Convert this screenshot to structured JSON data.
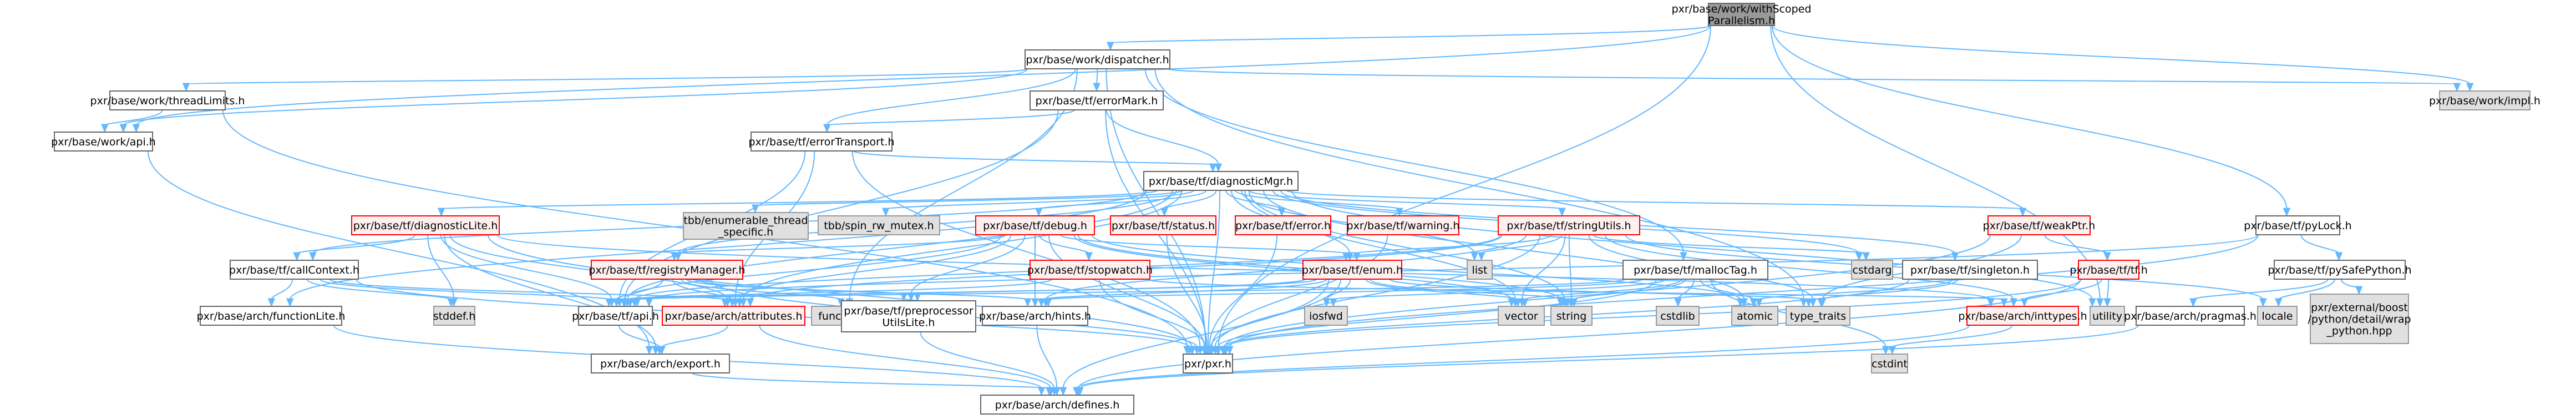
{
  "title": "pxr/base/work/withScopedParallelism.h include dependency graph",
  "colors": {
    "edge": "#63b8ff",
    "root_fill": "#999999",
    "normal_fill": "#ffffff",
    "external_fill": "#e0e0e0",
    "truncated_fill": "#fff0f0",
    "truncated_border": "#ff0000"
  },
  "nodes": [
    {
      "id": "withScoped",
      "lines": [
        "pxr/base/work/withScoped",
        "Parallelism.h"
      ],
      "kind": "root"
    },
    {
      "id": "dispatcher",
      "lines": [
        "pxr/base/work/dispatcher.h"
      ],
      "kind": "normal"
    },
    {
      "id": "threadLimits",
      "lines": [
        "pxr/base/work/threadLimits.h"
      ],
      "kind": "normal"
    },
    {
      "id": "workApi",
      "lines": [
        "pxr/base/work/api.h"
      ],
      "kind": "normal"
    },
    {
      "id": "errorMark",
      "lines": [
        "pxr/base/tf/errorMark.h"
      ],
      "kind": "normal"
    },
    {
      "id": "workImpl",
      "lines": [
        "pxr/base/work/impl.h"
      ],
      "kind": "external"
    },
    {
      "id": "errorTransport",
      "lines": [
        "pxr/base/tf/errorTransport.h"
      ],
      "kind": "normal"
    },
    {
      "id": "diagnosticMgr",
      "lines": [
        "pxr/base/tf/diagnosticMgr.h"
      ],
      "kind": "normal"
    },
    {
      "id": "pyLock",
      "lines": [
        "pxr/base/tf/pyLock.h"
      ],
      "kind": "normal"
    },
    {
      "id": "diagnosticLite",
      "lines": [
        "pxr/base/tf/diagnosticLite.h"
      ],
      "kind": "truncated"
    },
    {
      "id": "tbbEnum",
      "lines": [
        "tbb/enumerable_thread",
        "_specific.h"
      ],
      "kind": "external"
    },
    {
      "id": "spinMutex",
      "lines": [
        "tbb/spin_rw_mutex.h"
      ],
      "kind": "external"
    },
    {
      "id": "debug",
      "lines": [
        "pxr/base/tf/debug.h"
      ],
      "kind": "truncated"
    },
    {
      "id": "status",
      "lines": [
        "pxr/base/tf/status.h"
      ],
      "kind": "truncated"
    },
    {
      "id": "error",
      "lines": [
        "pxr/base/tf/error.h"
      ],
      "kind": "truncated"
    },
    {
      "id": "warning",
      "lines": [
        "pxr/base/tf/warning.h"
      ],
      "kind": "truncated"
    },
    {
      "id": "stringUtils",
      "lines": [
        "pxr/base/tf/stringUtils.h"
      ],
      "kind": "truncated"
    },
    {
      "id": "weakPtr",
      "lines": [
        "pxr/base/tf/weakPtr.h"
      ],
      "kind": "truncated"
    },
    {
      "id": "callContext",
      "lines": [
        "pxr/base/tf/callContext.h"
      ],
      "kind": "normal"
    },
    {
      "id": "registryManager",
      "lines": [
        "pxr/base/tf/registryManager.h"
      ],
      "kind": "truncated"
    },
    {
      "id": "stopwatch",
      "lines": [
        "pxr/base/tf/stopwatch.h"
      ],
      "kind": "truncated"
    },
    {
      "id": "enum",
      "lines": [
        "pxr/base/tf/enum.h"
      ],
      "kind": "truncated"
    },
    {
      "id": "list",
      "lines": [
        "list"
      ],
      "kind": "external"
    },
    {
      "id": "mallocTag",
      "lines": [
        "pxr/base/tf/mallocTag.h"
      ],
      "kind": "normal"
    },
    {
      "id": "cstdarg",
      "lines": [
        "cstdarg"
      ],
      "kind": "external"
    },
    {
      "id": "singleton",
      "lines": [
        "pxr/base/tf/singleton.h"
      ],
      "kind": "normal"
    },
    {
      "id": "tf",
      "lines": [
        "pxr/base/tf/tf.h"
      ],
      "kind": "truncated"
    },
    {
      "id": "pySafePython",
      "lines": [
        "pxr/base/tf/pySafePython.h"
      ],
      "kind": "normal"
    },
    {
      "id": "functionLite",
      "lines": [
        "pxr/base/arch/functionLite.h"
      ],
      "kind": "normal"
    },
    {
      "id": "stddef",
      "lines": [
        "stddef.h"
      ],
      "kind": "external"
    },
    {
      "id": "tfApi",
      "lines": [
        "pxr/base/tf/api.h"
      ],
      "kind": "normal"
    },
    {
      "id": "attributes",
      "lines": [
        "pxr/base/arch/attributes.h"
      ],
      "kind": "truncated"
    },
    {
      "id": "functional",
      "lines": [
        "functional"
      ],
      "kind": "external"
    },
    {
      "id": "preprocessor",
      "lines": [
        "pxr/base/tf/preprocessor",
        "UtilsLite.h"
      ],
      "kind": "normal"
    },
    {
      "id": "hints",
      "lines": [
        "pxr/base/arch/hints.h"
      ],
      "kind": "normal"
    },
    {
      "id": "iosfwd",
      "lines": [
        "iosfwd"
      ],
      "kind": "external"
    },
    {
      "id": "vector",
      "lines": [
        "vector"
      ],
      "kind": "external"
    },
    {
      "id": "string",
      "lines": [
        "string"
      ],
      "kind": "external"
    },
    {
      "id": "cstdlib",
      "lines": [
        "cstdlib"
      ],
      "kind": "external"
    },
    {
      "id": "atomic",
      "lines": [
        "atomic"
      ],
      "kind": "external"
    },
    {
      "id": "typeTraits",
      "lines": [
        "type_traits"
      ],
      "kind": "external"
    },
    {
      "id": "inttypes",
      "lines": [
        "pxr/base/arch/inttypes.h"
      ],
      "kind": "truncated"
    },
    {
      "id": "utility",
      "lines": [
        "utility"
      ],
      "kind": "external"
    },
    {
      "id": "pragmas",
      "lines": [
        "pxr/base/arch/pragmas.h"
      ],
      "kind": "normal"
    },
    {
      "id": "locale",
      "lines": [
        "locale"
      ],
      "kind": "external"
    },
    {
      "id": "boostWrap",
      "lines": [
        "pxr/external/boost",
        "/python/detail/wrap",
        "_python.hpp"
      ],
      "kind": "external"
    },
    {
      "id": "export",
      "lines": [
        "pxr/base/arch/export.h"
      ],
      "kind": "normal"
    },
    {
      "id": "pxr",
      "lines": [
        "pxr/pxr.h"
      ],
      "kind": "normal"
    },
    {
      "id": "cstdint",
      "lines": [
        "cstdint"
      ],
      "kind": "external"
    },
    {
      "id": "defines",
      "lines": [
        "pxr/base/arch/defines.h"
      ],
      "kind": "normal"
    }
  ],
  "edges": [
    [
      "withScoped",
      "dispatcher"
    ],
    [
      "withScoped",
      "workApi"
    ],
    [
      "withScoped",
      "workImpl"
    ],
    [
      "withScoped",
      "pxr"
    ],
    [
      "withScoped",
      "utility"
    ],
    [
      "withScoped",
      "pyLock"
    ],
    [
      "dispatcher",
      "threadLimits"
    ],
    [
      "dispatcher",
      "workApi"
    ],
    [
      "dispatcher",
      "errorMark"
    ],
    [
      "dispatcher",
      "errorTransport"
    ],
    [
      "dispatcher",
      "workImpl"
    ],
    [
      "dispatcher",
      "mallocTag"
    ],
    [
      "dispatcher",
      "pxr"
    ],
    [
      "dispatcher",
      "functional"
    ],
    [
      "dispatcher",
      "typeTraits"
    ],
    [
      "threadLimits",
      "workApi"
    ],
    [
      "threadLimits",
      "pxr"
    ],
    [
      "workApi",
      "export"
    ],
    [
      "errorMark",
      "diagnosticMgr"
    ],
    [
      "errorMark",
      "errorTransport"
    ],
    [
      "errorMark",
      "tfApi"
    ],
    [
      "errorMark",
      "pxr"
    ],
    [
      "errorTransport",
      "diagnosticMgr"
    ],
    [
      "errorTransport",
      "tfApi"
    ],
    [
      "errorTransport",
      "attributes"
    ],
    [
      "errorTransport",
      "pxr"
    ],
    [
      "diagnosticMgr",
      "callContext"
    ],
    [
      "diagnosticMgr",
      "diagnosticLite"
    ],
    [
      "diagnosticMgr",
      "tbbEnum"
    ],
    [
      "diagnosticMgr",
      "spinMutex"
    ],
    [
      "diagnosticMgr",
      "debug"
    ],
    [
      "diagnosticMgr",
      "status"
    ],
    [
      "diagnosticMgr",
      "error"
    ],
    [
      "diagnosticMgr",
      "warning"
    ],
    [
      "diagnosticMgr",
      "stringUtils"
    ],
    [
      "diagnosticMgr",
      "weakPtr"
    ],
    [
      "diagnosticMgr",
      "registryManager"
    ],
    [
      "diagnosticMgr",
      "enum"
    ],
    [
      "diagnosticMgr",
      "list"
    ],
    [
      "diagnosticMgr",
      "singleton"
    ],
    [
      "diagnosticMgr",
      "cstdarg"
    ],
    [
      "diagnosticMgr",
      "tfApi"
    ],
    [
      "diagnosticMgr",
      "functionLite"
    ],
    [
      "diagnosticMgr",
      "attributes"
    ],
    [
      "diagnosticMgr",
      "pxr"
    ],
    [
      "diagnosticMgr",
      "atomic"
    ],
    [
      "diagnosticMgr",
      "string"
    ],
    [
      "diagnosticMgr",
      "vector"
    ],
    [
      "diagnosticMgr",
      "utility"
    ],
    [
      "pyLock",
      "pySafePython"
    ],
    [
      "pyLock",
      "pxr"
    ],
    [
      "pyLock",
      "tfApi"
    ],
    [
      "diagnosticLite",
      "callContext"
    ],
    [
      "diagnosticLite",
      "stddef"
    ],
    [
      "diagnosticLite",
      "tfApi"
    ],
    [
      "diagnosticLite",
      "attributes"
    ],
    [
      "diagnosticLite",
      "pxr"
    ],
    [
      "diagnosticLite",
      "inttypes"
    ],
    [
      "diagnosticLite",
      "export"
    ],
    [
      "debug",
      "stopwatch"
    ],
    [
      "debug",
      "enum"
    ],
    [
      "debug",
      "registryManager"
    ],
    [
      "debug",
      "tfApi"
    ],
    [
      "debug",
      "attributes"
    ],
    [
      "debug",
      "hints"
    ],
    [
      "debug",
      "preprocessor"
    ],
    [
      "debug",
      "pxr"
    ],
    [
      "debug",
      "atomic"
    ],
    [
      "debug",
      "string"
    ],
    [
      "debug",
      "vector"
    ],
    [
      "status",
      "pxr"
    ],
    [
      "error",
      "pxr"
    ],
    [
      "warning",
      "pxr"
    ],
    [
      "stringUtils",
      "list"
    ],
    [
      "stringUtils",
      "enum"
    ],
    [
      "stringUtils",
      "tfApi"
    ],
    [
      "stringUtils",
      "attributes"
    ],
    [
      "stringUtils",
      "inttypes"
    ],
    [
      "stringUtils",
      "pxr"
    ],
    [
      "stringUtils",
      "string"
    ],
    [
      "stringUtils",
      "vector"
    ],
    [
      "stringUtils",
      "cstdarg"
    ],
    [
      "stringUtils",
      "typeTraits"
    ],
    [
      "stringUtils",
      "locale"
    ],
    [
      "stringUtils",
      "hints"
    ],
    [
      "weakPtr",
      "tf"
    ],
    [
      "weakPtr",
      "pxr"
    ],
    [
      "weakPtr",
      "typeTraits"
    ],
    [
      "callContext",
      "functionLite"
    ],
    [
      "callContext",
      "stddef"
    ],
    [
      "callContext",
      "tfApi"
    ],
    [
      "callContext",
      "pxr"
    ],
    [
      "callContext",
      "attributes"
    ],
    [
      "registryManager",
      "tfApi"
    ],
    [
      "registryManager",
      "attributes"
    ],
    [
      "registryManager",
      "functional"
    ],
    [
      "registryManager",
      "preprocessor"
    ],
    [
      "registryManager",
      "pxr"
    ],
    [
      "registryManager",
      "hints"
    ],
    [
      "stopwatch",
      "tfApi"
    ],
    [
      "stopwatch",
      "pxr"
    ],
    [
      "stopwatch",
      "inttypes"
    ],
    [
      "enum",
      "tfApi"
    ],
    [
      "enum",
      "iosfwd"
    ],
    [
      "enum",
      "pxr"
    ],
    [
      "enum",
      "string"
    ],
    [
      "enum",
      "vector"
    ],
    [
      "enum",
      "typeTraits"
    ],
    [
      "enum",
      "defines"
    ],
    [
      "enum",
      "hints"
    ],
    [
      "enum",
      "preprocessor"
    ],
    [
      "mallocTag",
      "tfApi"
    ],
    [
      "mallocTag",
      "cstdlib"
    ],
    [
      "mallocTag",
      "string"
    ],
    [
      "mallocTag",
      "vector"
    ],
    [
      "mallocTag",
      "iosfwd"
    ],
    [
      "mallocTag",
      "atomic"
    ],
    [
      "mallocTag",
      "pxr"
    ],
    [
      "mallocTag",
      "cstdint"
    ],
    [
      "mallocTag",
      "hints"
    ],
    [
      "singleton",
      "atomic"
    ],
    [
      "singleton",
      "pxr"
    ],
    [
      "singleton",
      "typeTraits"
    ],
    [
      "tf",
      "inttypes"
    ],
    [
      "tf",
      "utility"
    ],
    [
      "tf",
      "pxr"
    ],
    [
      "tf",
      "defines"
    ],
    [
      "pySafePython",
      "pragmas"
    ],
    [
      "pySafePython",
      "locale"
    ],
    [
      "pySafePython",
      "boostWrap"
    ],
    [
      "functionLite",
      "defines"
    ],
    [
      "tfApi",
      "export"
    ],
    [
      "attributes",
      "export"
    ],
    [
      "attributes",
      "defines"
    ],
    [
      "preprocessor",
      "defines"
    ],
    [
      "hints",
      "defines"
    ],
    [
      "inttypes",
      "cstdint"
    ],
    [
      "inttypes",
      "defines"
    ],
    [
      "pragmas",
      "defines"
    ],
    [
      "export",
      "defines"
    ]
  ]
}
